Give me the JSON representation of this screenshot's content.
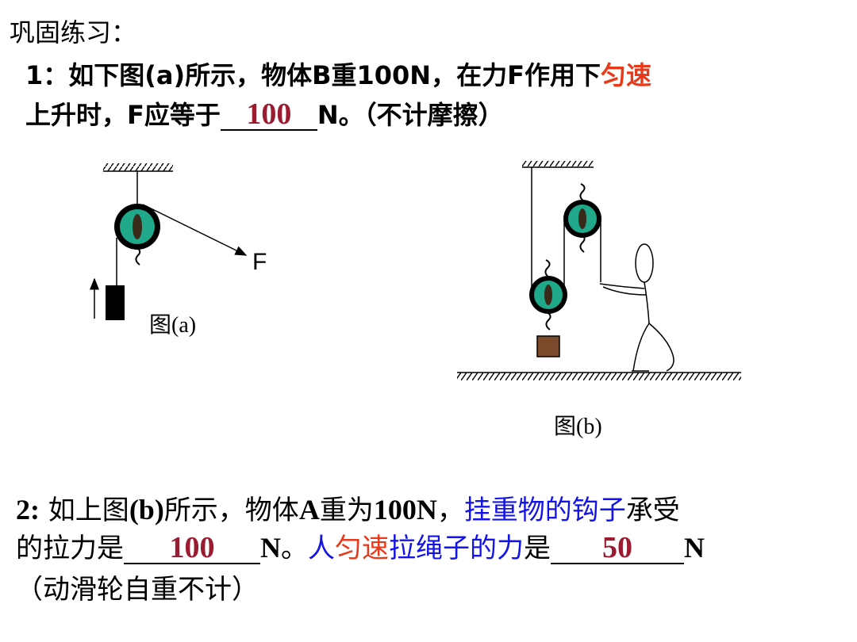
{
  "title": "巩固练习：",
  "q1": {
    "line1_a": "1：如下图(a)所示，物体B重100N，在力F作用下",
    "line1_red": "匀速",
    "line2_a": "上升时，F应等于",
    "answer": "100",
    "line2_b": "N。（不计摩擦）"
  },
  "figure_a": {
    "force_label": "F",
    "caption": "图(a)"
  },
  "figure_b": {
    "caption": "图(b)"
  },
  "q2": {
    "l1_num": "2:",
    "l1_a": " 如上图",
    "l1_b": "(b)",
    "l1_c": "所示，物体",
    "l1_d": "A",
    "l1_e": "重为",
    "l1_f": "100N",
    "l1_g": "，",
    "l1_blue": "挂重物的钩子",
    "l1_h": "承受",
    "l2_a": "的拉力是",
    "answer1": "100",
    "l2_n": "N",
    "l2_b": "。",
    "l2_blue1": "人",
    "l2_red": "匀速",
    "l2_blue2": "拉绳子的力",
    "l2_c": "是",
    "answer2": "50",
    "l2_n2": "N",
    "l3": "（动滑轮自重不计）"
  },
  "colors": {
    "red": "#e8391b",
    "blue": "#1414e6",
    "answer": "#9b1b30",
    "pulley": "#1fa88a"
  }
}
